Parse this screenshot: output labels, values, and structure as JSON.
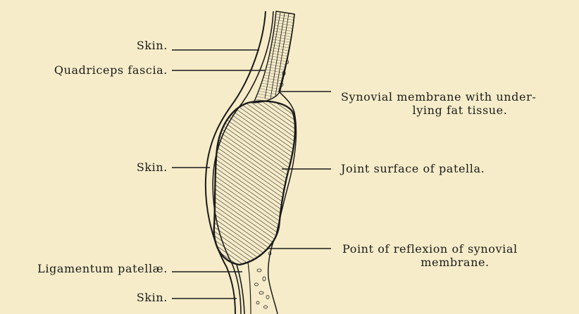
{
  "labels": {
    "skin_top": "Skin.",
    "quadriceps_fascia": "Quadriceps fascia.",
    "skin_middle": "Skin.",
    "ligamentum_patellae": "Ligamentum patellæ.",
    "skin_bottom": "Skin.",
    "synovial_membrane_line1": "Synovial membrane with under-",
    "synovial_membrane_line2": "lying fat tissue.",
    "joint_surface": "Joint surface of patella.",
    "reflexion_line1": "Point of reflexion of synovial",
    "reflexion_line2": "membrane."
  },
  "colors": {
    "paper": "#f6ecc9",
    "ink": "#1b1b1b"
  }
}
